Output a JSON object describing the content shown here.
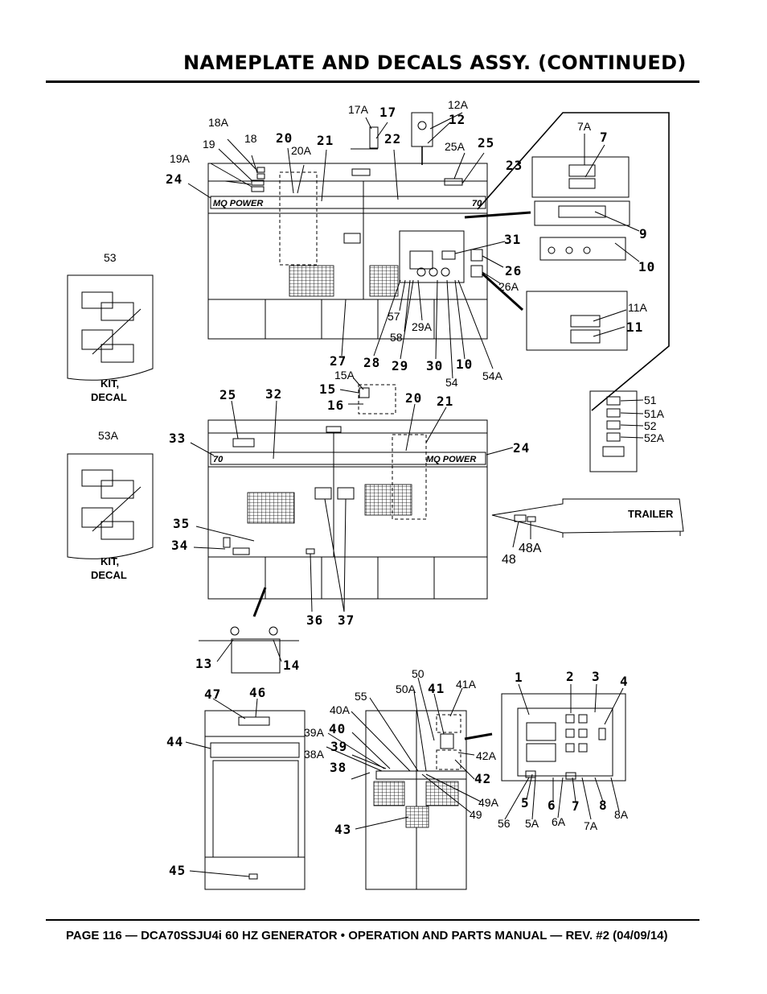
{
  "page": {
    "title": "NAMEPLATE AND DECALS ASSY. (CONTINUED)",
    "footer": "PAGE 116 — DCA70SSJU4i 60 HZ GENERATOR • OPERATION AND PARTS MANUAL — REV. #2 (04/09/14)"
  },
  "kits": [
    {
      "label": "53",
      "caption_line1": "KIT,",
      "caption_line2": "DECAL"
    },
    {
      "label": "53A",
      "caption_line1": "KIT,",
      "caption_line2": "DECAL"
    }
  ],
  "trailer_label": "TRAILER",
  "brand_text": "MQ POWER",
  "model_badge": "70",
  "callouts": {
    "c17A": "17A",
    "c17": "17",
    "c12A": "12A",
    "c12": "12",
    "c18A": "18A",
    "c18": "18",
    "c20": "20",
    "c21": "21",
    "c22": "22",
    "c25A": "25A",
    "c25": "25",
    "c19": "19",
    "c20A": "20A",
    "c19A": "19A",
    "c24": "24",
    "c23": "23",
    "c7A": "7A",
    "c7": "7",
    "c9": "9",
    "c10a": "10",
    "c31": "31",
    "c26": "26",
    "c26A": "26A",
    "c11A": "11A",
    "c11": "11",
    "c57": "57",
    "c58": "58",
    "c29A": "29A",
    "c27": "27",
    "c28": "28",
    "c29": "29",
    "c30": "30",
    "c10b": "10",
    "c54": "54",
    "c54A": "54A",
    "c15A": "15A",
    "c15": "15",
    "c16": "16",
    "c25b": "25",
    "c32": "32",
    "c20b": "20",
    "c21b": "21",
    "c33": "33",
    "c24b": "24",
    "c51": "51",
    "c51A": "51A",
    "c52": "52",
    "c52A": "52A",
    "c35": "35",
    "c34": "34",
    "c48": "48",
    "c48A": "48A",
    "c36": "36",
    "c37": "37",
    "c13": "13",
    "c14": "14",
    "c47": "47",
    "c46": "46",
    "c44": "44",
    "c45": "45",
    "c50": "50",
    "c50A": "50A",
    "c41": "41",
    "c41A": "41A",
    "c55": "55",
    "c40A": "40A",
    "c40": "40",
    "c39A": "39A",
    "c39": "39",
    "c38A": "38A",
    "c38": "38",
    "c42A": "42A",
    "c42": "42",
    "c49A": "49A",
    "c49": "49",
    "c43": "43",
    "c1": "1",
    "c2": "2",
    "c3": "3",
    "c4": "4",
    "c5": "5",
    "c6": "6",
    "c7b": "7",
    "c8": "8",
    "c56": "56",
    "c5A": "5A",
    "c6A": "6A",
    "c7Ab": "7A",
    "c8A": "8A"
  }
}
